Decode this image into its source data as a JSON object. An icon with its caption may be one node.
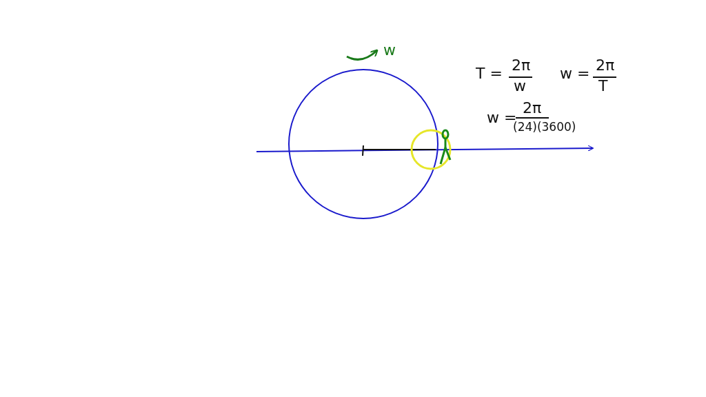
{
  "diagram": {
    "labels": [
      "w",
      "2π",
      "2π",
      "T =",
      "w =",
      "w",
      "T",
      "2π",
      "w =",
      "(24)(3600)"
    ]
  }
}
